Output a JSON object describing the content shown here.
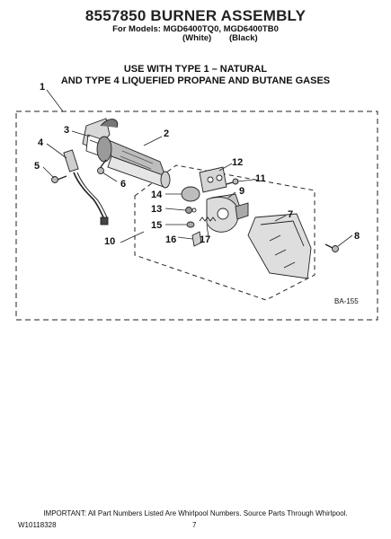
{
  "header": {
    "title": "8557850 BURNER ASSEMBLY",
    "models": "For Models: MGD6400TQ0, MGD6400TB0",
    "color_white": "(White)",
    "color_black": "(Black)"
  },
  "usage": {
    "line1": "USE WITH TYPE 1 –  NATURAL",
    "line2": "AND TYPE 4    LIQUEFIED PROPANE AND BUTANE GASES"
  },
  "callouts": [
    "1",
    "2",
    "3",
    "4",
    "5",
    "6",
    "7",
    "8",
    "9",
    "10",
    "11",
    "12",
    "13",
    "14",
    "15",
    "16",
    "17"
  ],
  "diagram_ref": "BA-155",
  "footer": {
    "note": "IMPORTANT: All Part Numbers Listed Are Whirlpool Numbers. Source Parts Through Whirlpool.",
    "doc_number": "W10118328",
    "page": "7"
  }
}
